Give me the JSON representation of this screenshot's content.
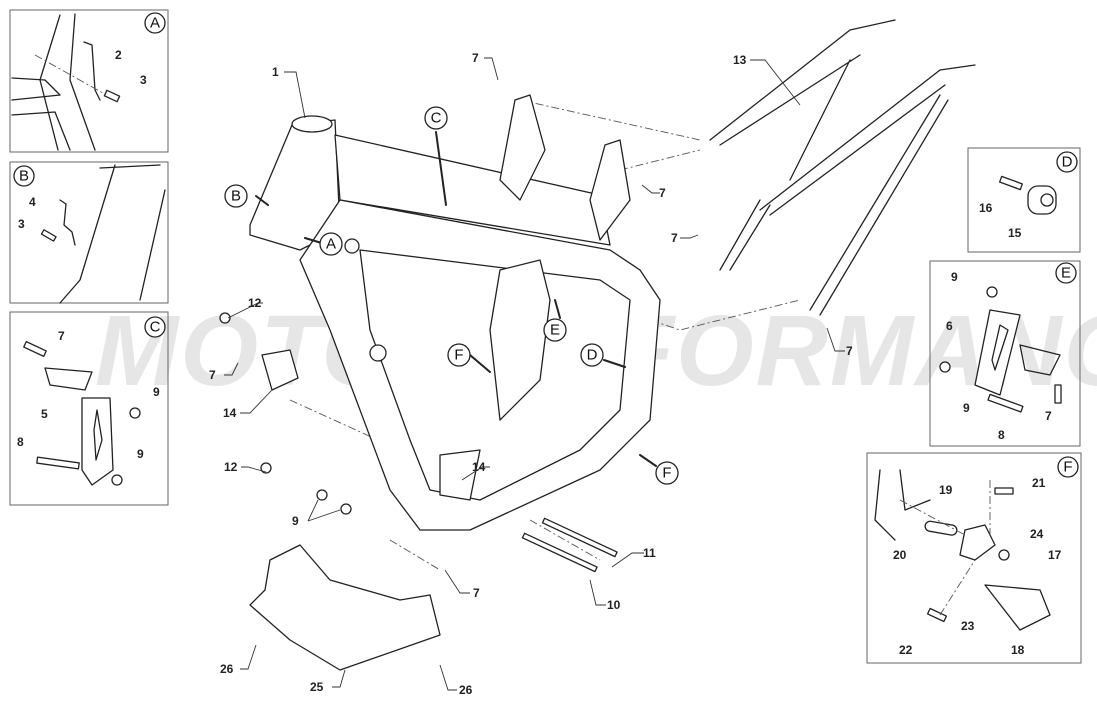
{
  "watermark": "MOTOPERFORMANCE",
  "callouts": {
    "A": "A",
    "B": "B",
    "C": "C",
    "D": "D",
    "E": "E",
    "F": "F"
  },
  "main_labels": [
    "1",
    "7",
    "13",
    "7",
    "7",
    "12",
    "7",
    "14",
    "12",
    "7",
    "14",
    "9",
    "11",
    "7",
    "10",
    "26",
    "25",
    "26"
  ],
  "panel_a": {
    "title": "A",
    "labels": [
      "2",
      "3"
    ]
  },
  "panel_b": {
    "title": "B",
    "labels": [
      "4",
      "3"
    ]
  },
  "panel_c": {
    "title": "C",
    "labels": [
      "7",
      "9",
      "5",
      "8",
      "9"
    ]
  },
  "panel_d": {
    "title": "D",
    "labels": [
      "16",
      "15"
    ]
  },
  "panel_e": {
    "title": "E",
    "labels": [
      "9",
      "6",
      "9",
      "8",
      "7"
    ]
  },
  "panel_f": {
    "title": "F",
    "labels": [
      "19",
      "21",
      "20",
      "24",
      "17",
      "23",
      "22",
      "18"
    ]
  }
}
